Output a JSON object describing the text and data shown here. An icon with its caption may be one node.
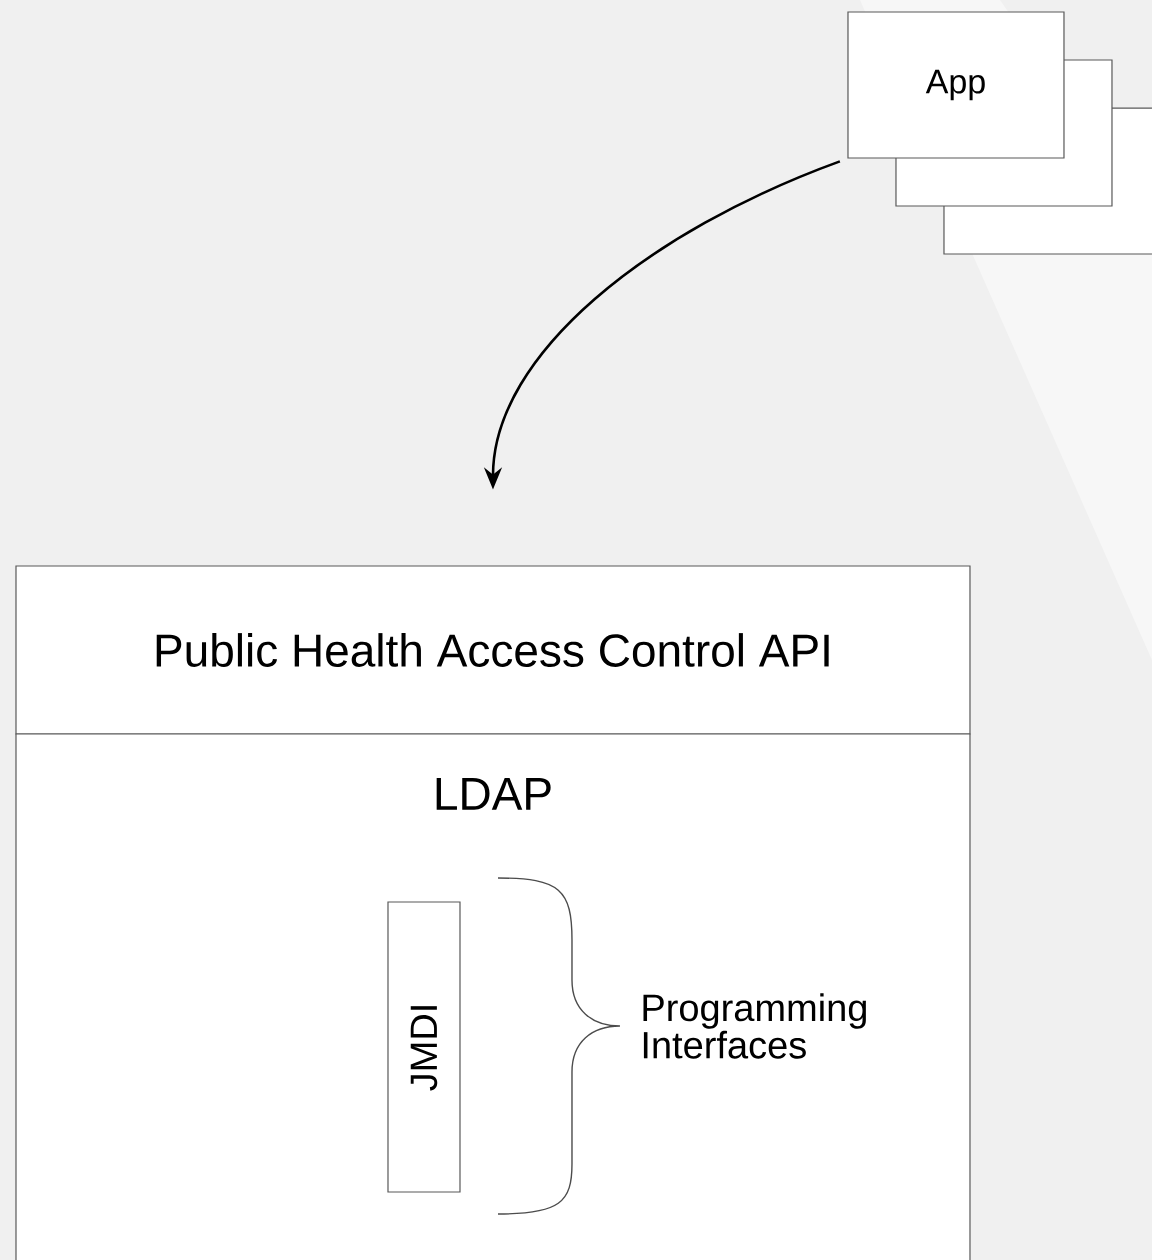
{
  "diagram": {
    "nodes": [
      {
        "text": [
          "Public Health Access Control API"
        ]
      },
      {
        "text": [
          "LDAP"
        ]
      },
      {
        "text": [
          "JMDI"
        ],
        "in": 1
      },
      {
        "text": [
          "App"
        ]
      },
      {
        "text": [],
        "shape": "box"
      },
      {
        "text": [],
        "shape": "box"
      }
    ],
    "edges": [
      {
        "from": 3,
        "to": 0,
        "arrow": "to"
      }
    ],
    "labels": [
      "Programming Interfaces"
    ]
  }
}
